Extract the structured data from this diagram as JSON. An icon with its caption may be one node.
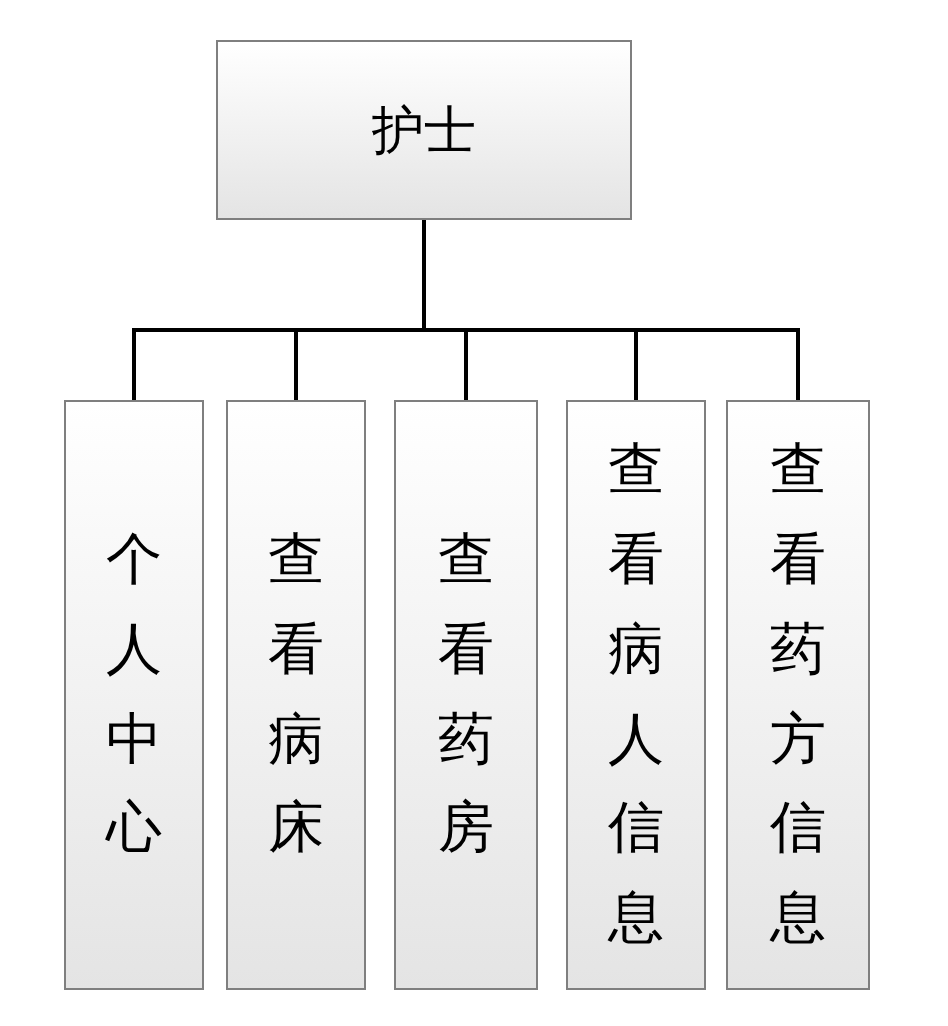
{
  "diagram": {
    "nodes": [
      {
        "text": [
          "护士"
        ]
      },
      {
        "text": [
          "个人中心"
        ]
      },
      {
        "text": [
          "查看病床"
        ]
      },
      {
        "text": [
          "查看药房"
        ]
      },
      {
        "text": [
          "查看病人信息"
        ]
      },
      {
        "text": [
          "查看药方信息"
        ]
      }
    ],
    "edges": [
      {
        "from": 0,
        "to": 1,
        "arrow": "none"
      },
      {
        "from": 0,
        "to": 2,
        "arrow": "none"
      },
      {
        "from": 0,
        "to": 3,
        "arrow": "none"
      },
      {
        "from": 0,
        "to": 4,
        "arrow": "none"
      },
      {
        "from": 0,
        "to": 5,
        "arrow": "none"
      }
    ]
  }
}
